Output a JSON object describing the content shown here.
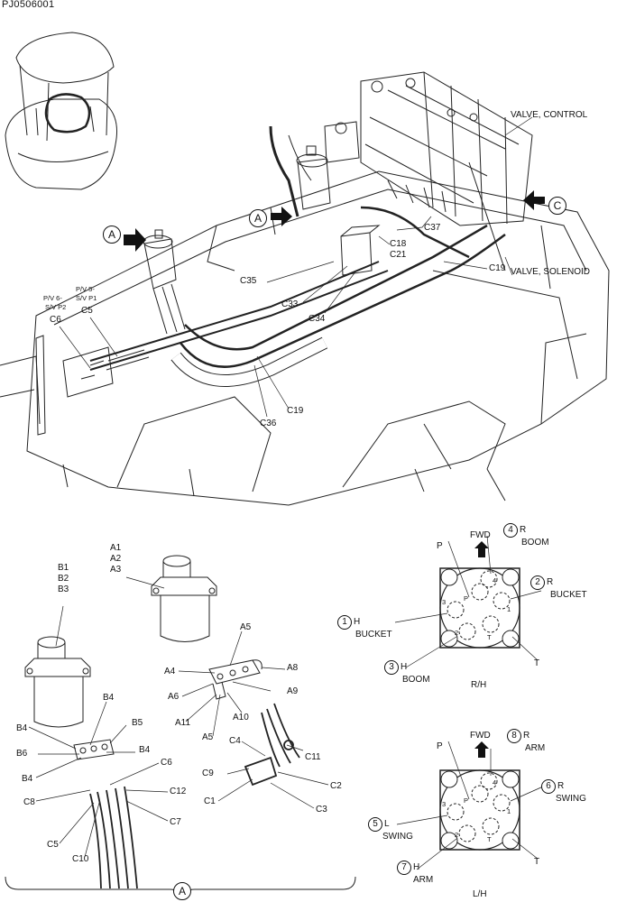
{
  "figure_code": "PJ0506001",
  "markers": {
    "a": "A",
    "c": "C"
  },
  "upper": {
    "valve_control": "VALVE, CONTROL",
    "valve_solenoid": "VALVE, SOLENOID",
    "pv6": "P/V 6-",
    "svp2": "S/V P2",
    "pv5": "P/V 5-",
    "svp1": "S/V P1",
    "c5": "C5",
    "c6": "C6",
    "c18": "C18",
    "c21": "C21",
    "c19a": "C19",
    "c19b": "C19",
    "c33": "C33",
    "c34": "C34",
    "c35": "C35",
    "c36": "C36",
    "c37": "C37"
  },
  "lower_left": {
    "a1": "A1",
    "a2": "A2",
    "a3": "A3",
    "b1": "B1",
    "b2": "B2",
    "b3": "B3",
    "a4": "A4",
    "a5a": "A5",
    "a5b": "A5",
    "a6": "A6",
    "a8": "A8",
    "a9": "A9",
    "a10": "A10",
    "a11": "A11",
    "b4a": "B4",
    "b4b": "B4",
    "b4c": "B4",
    "b4d": "B4",
    "b5": "B5",
    "b6": "B6",
    "c1": "C1",
    "c2": "C2",
    "c3": "C3",
    "c4": "C4",
    "c5": "C5",
    "c6": "C6",
    "c7": "C7",
    "c8": "C8",
    "c9": "C9",
    "c10": "C10",
    "c11": "C11",
    "c12": "C12",
    "group_marker": "A"
  },
  "rh": {
    "fwd": "FWD",
    "p": "P",
    "t": "T",
    "caption": "R/H",
    "n1": "1",
    "n2": "2",
    "n3": "3",
    "n4": "4",
    "np": "P",
    "nt": "T",
    "c1": "1",
    "c2": "2",
    "c3": "3",
    "c4": "4",
    "l1a": "H",
    "l1b": "BUCKET",
    "l2a": "R",
    "l2b": "BUCKET",
    "l3a": "H",
    "l3b": "BOOM",
    "l4a": "R",
    "l4b": "BOOM"
  },
  "lh": {
    "fwd": "FWD",
    "p": "P",
    "t": "T",
    "caption": "L/H",
    "n1": "1",
    "n2": "2",
    "n3": "3",
    "n4": "4",
    "np": "P",
    "nt": "T",
    "c5": "5",
    "c6": "6",
    "c7": "7",
    "c8": "8",
    "l5a": "L",
    "l5b": "SWING",
    "l6a": "R",
    "l6b": "SWING",
    "l7a": "H",
    "l7b": "ARM",
    "l8a": "R",
    "l8b": "ARM"
  }
}
